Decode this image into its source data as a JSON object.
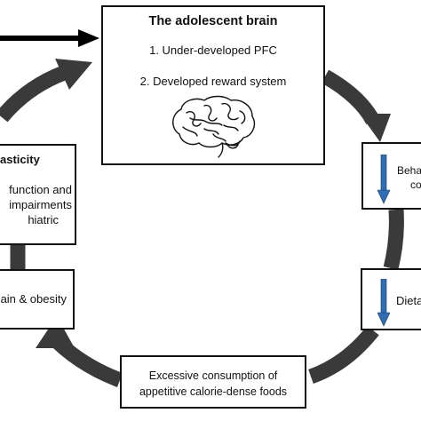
{
  "colors": {
    "cycle_arrow": "#3a3a3a",
    "indicator_arrow": "#2f6db5",
    "box_border": "#111111"
  },
  "icons": {
    "brain": "brain-icon",
    "down_arrow": "down-arrow-icon",
    "right_arrow": "right-arrow-icon"
  },
  "brain_box": {
    "title": "The adolescent brain",
    "line1": "1. Under-developed PFC",
    "line2": "2. Developed reward system"
  },
  "plasticity_box": {
    "title": "asticity",
    "line1": "function and",
    "line2": "impairments",
    "line3": "hiatric"
  },
  "obesity_box": {
    "line1": "ain & obesity"
  },
  "food_box": {
    "line1": "Excessive consumption of",
    "line2": "appetitive calorie-dense foods"
  },
  "behaviour_box": {
    "line1": "Beha",
    "line2": "co"
  },
  "diet_box": {
    "line1": "Dieta"
  }
}
